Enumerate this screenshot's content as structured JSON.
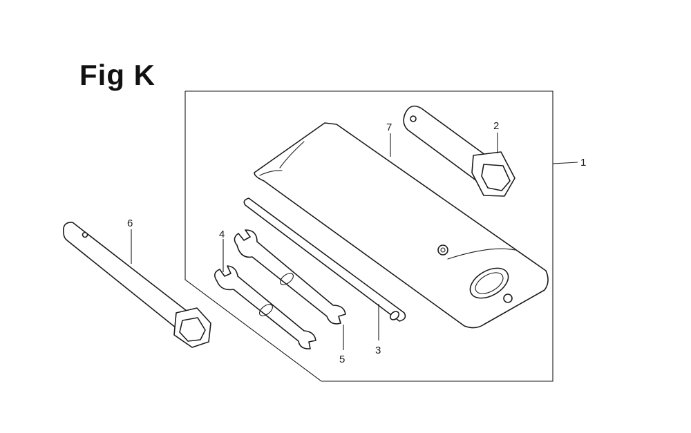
{
  "figure": {
    "title": "Fig K"
  },
  "callouts": [
    {
      "id": "1",
      "label": "1"
    },
    {
      "id": "2",
      "label": "2"
    },
    {
      "id": "3",
      "label": "3"
    },
    {
      "id": "4",
      "label": "4"
    },
    {
      "id": "5",
      "label": "5"
    },
    {
      "id": "6",
      "label": "6"
    },
    {
      "id": "7",
      "label": "7"
    }
  ],
  "colors": {
    "line": "#1a1a1a",
    "background": "#ffffff"
  }
}
